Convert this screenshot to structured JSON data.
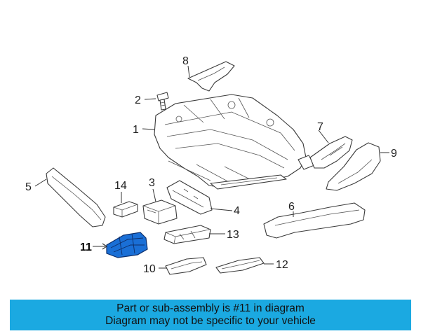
{
  "callouts": {
    "c1": "1",
    "c2": "2",
    "c3": "3",
    "c4": "4",
    "c5": "5",
    "c6": "6",
    "c7": "7",
    "c8": "8",
    "c9": "9",
    "c10": "10",
    "c11": "11",
    "c12": "12",
    "c13": "13",
    "c14": "14"
  },
  "highlight_color": "#1a6fd6",
  "banner": {
    "line1": "Part or sub-assembly is #11 in diagram",
    "line2": "Diagram may not be specific to your vehicle",
    "background": "#1ba9e1"
  }
}
